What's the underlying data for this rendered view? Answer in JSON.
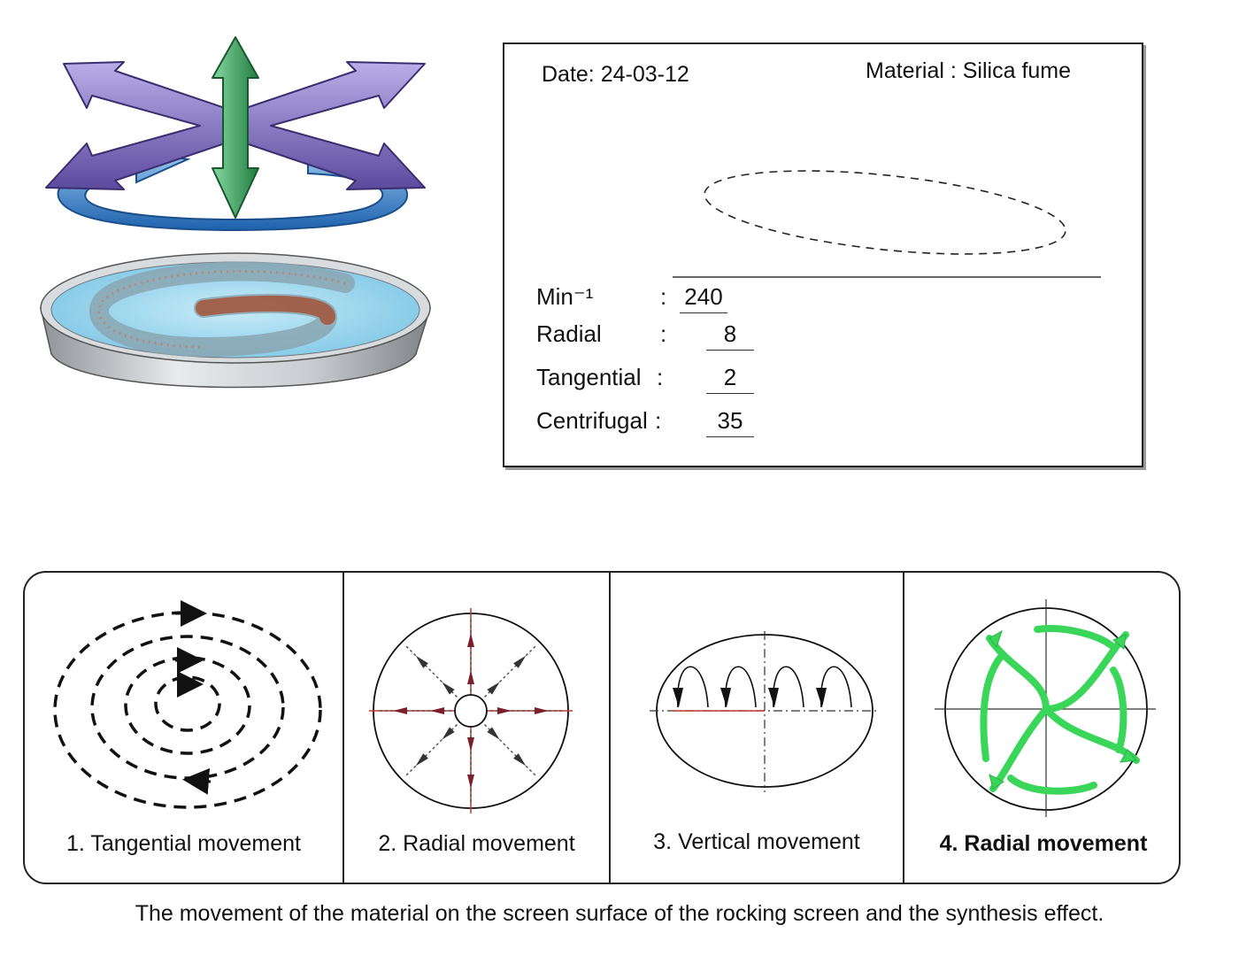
{
  "record": {
    "date": "Date: 24-03-12",
    "material": "Material : Silica fume",
    "params": [
      {
        "label": "Min⁻¹",
        "value": "240"
      },
      {
        "label": "Radial",
        "value": "8"
      },
      {
        "label": "Tangential",
        "value": "2"
      },
      {
        "label": "Centrifugal",
        "value": "35"
      }
    ]
  },
  "panels": [
    {
      "caption": "1. Tangential movement"
    },
    {
      "caption": "2. Radial movement"
    },
    {
      "caption": "3. Vertical movement"
    },
    {
      "caption": "4. Radial movement"
    }
  ],
  "caption": "The movement of the material on the screen surface of the rocking screen and the synthesis effect.",
  "colors": {
    "horizontal_arrows": "#7b69b8",
    "vertical_arrow": "#2e9a54",
    "rotation_arrow": "#2d7cc4",
    "screen_surface": "#9ad6ee",
    "spiral_green": "#3ad65a",
    "axis_red": "#c0392b"
  }
}
